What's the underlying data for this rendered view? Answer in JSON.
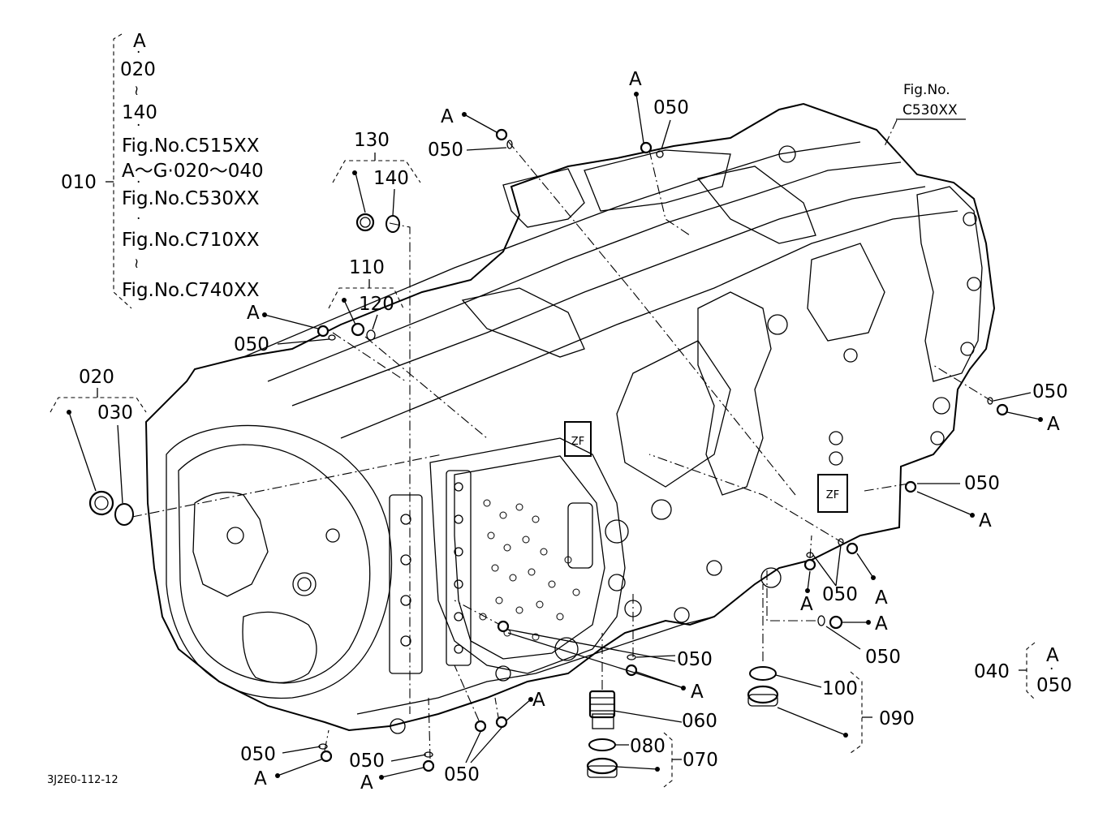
{
  "figure_code": "3J2E0-112-12",
  "bracket_010": {
    "part": "010",
    "lines": [
      "A",
      "020",
      "140",
      "Fig.No.C515XX",
      "A～G·020～040",
      "Fig.No.C530XX",
      "Fig.No.C710XX",
      "Fig.No.C740XX"
    ],
    "tilde": "≀",
    "dot": "·"
  },
  "fig_ref": {
    "line1": "Fig.No.",
    "line2": "C530XX"
  },
  "group_130": {
    "parent": "130",
    "child": "140"
  },
  "group_110": {
    "parent": "110",
    "child": "120"
  },
  "group_020": {
    "parent": "020",
    "child": "030"
  },
  "group_040": {
    "parent": "040",
    "children": [
      "A",
      "050"
    ],
    "dot": "·"
  },
  "group_070": {
    "parent": "070",
    "child": "080"
  },
  "group_090": {
    "parent": "090",
    "child": "100"
  },
  "single_060": "060",
  "labels": {
    "a": "A",
    "p050": "050"
  }
}
